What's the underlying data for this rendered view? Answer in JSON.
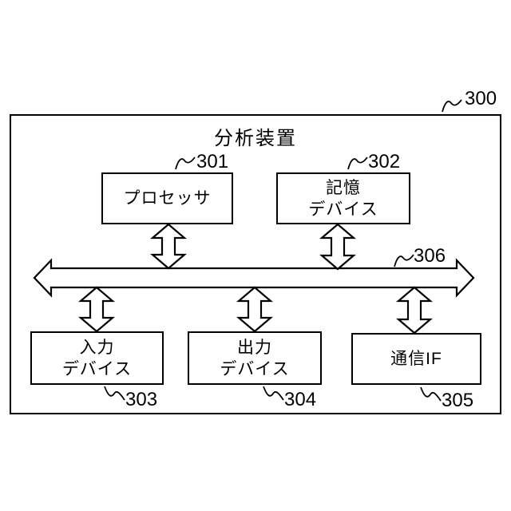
{
  "figure": {
    "title": "分析装置",
    "outer_ref": "300",
    "bus": {
      "ref": "306"
    },
    "blocks": [
      {
        "name": "processor",
        "ref": "301",
        "lines": [
          "プロセッサ"
        ]
      },
      {
        "name": "storage-device",
        "ref": "302",
        "lines": [
          "記憶",
          "デバイス"
        ]
      },
      {
        "name": "input-device",
        "ref": "303",
        "lines": [
          "入力",
          "デバイス"
        ]
      },
      {
        "name": "output-device",
        "ref": "304",
        "lines": [
          "出力",
          "デバイス"
        ]
      },
      {
        "name": "communication-if",
        "ref": "305",
        "lines": [
          "通信IF"
        ]
      }
    ],
    "colors": {
      "line": "#000000",
      "background": "#ffffff"
    }
  }
}
